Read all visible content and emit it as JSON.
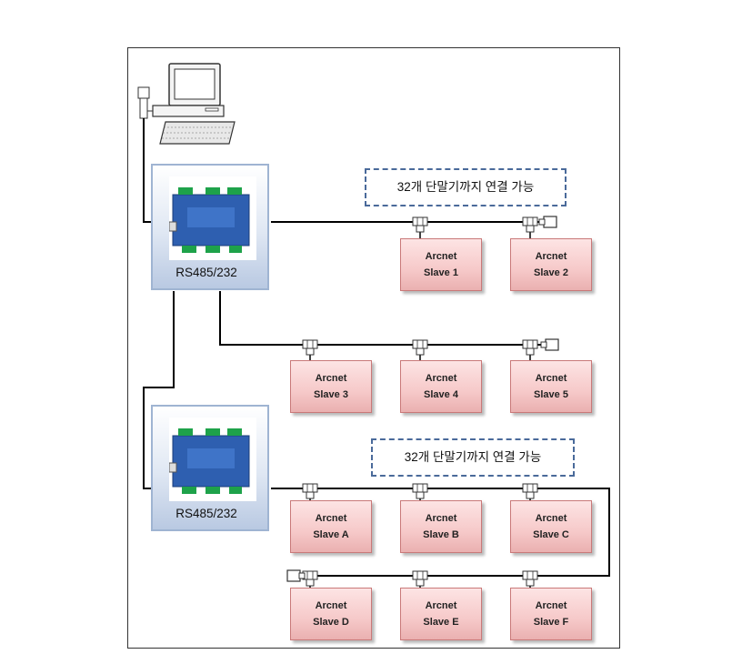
{
  "gateways": [
    {
      "id": "gw1",
      "label": "RS485/232"
    },
    {
      "id": "gw2",
      "label": "RS485/232"
    }
  ],
  "notes": [
    {
      "id": "note1",
      "text": "32개 단말기까지 연결 가능"
    },
    {
      "id": "note2",
      "text": "32개 단말기까지 연결 가능"
    }
  ],
  "slaves": [
    {
      "id": "s1",
      "line1": "Arcnet",
      "line2": "Slave 1"
    },
    {
      "id": "s2",
      "line1": "Arcnet",
      "line2": "Slave 2"
    },
    {
      "id": "s3",
      "line1": "Arcnet",
      "line2": "Slave 3"
    },
    {
      "id": "s4",
      "line1": "Arcnet",
      "line2": "Slave 4"
    },
    {
      "id": "s5",
      "line1": "Arcnet",
      "line2": "Slave 5"
    },
    {
      "id": "sa",
      "line1": "Arcnet",
      "line2": "Slave A"
    },
    {
      "id": "sb",
      "line1": "Arcnet",
      "line2": "Slave B"
    },
    {
      "id": "sc",
      "line1": "Arcnet",
      "line2": "Slave C"
    },
    {
      "id": "sd",
      "line1": "Arcnet",
      "line2": "Slave D"
    },
    {
      "id": "se",
      "line1": "Arcnet",
      "line2": "Slave E"
    },
    {
      "id": "sf",
      "line1": "Arcnet",
      "line2": "Slave F"
    }
  ],
  "icons": [
    "pc-icon",
    "module-icon",
    "t-connector-icon",
    "terminator-icon"
  ]
}
